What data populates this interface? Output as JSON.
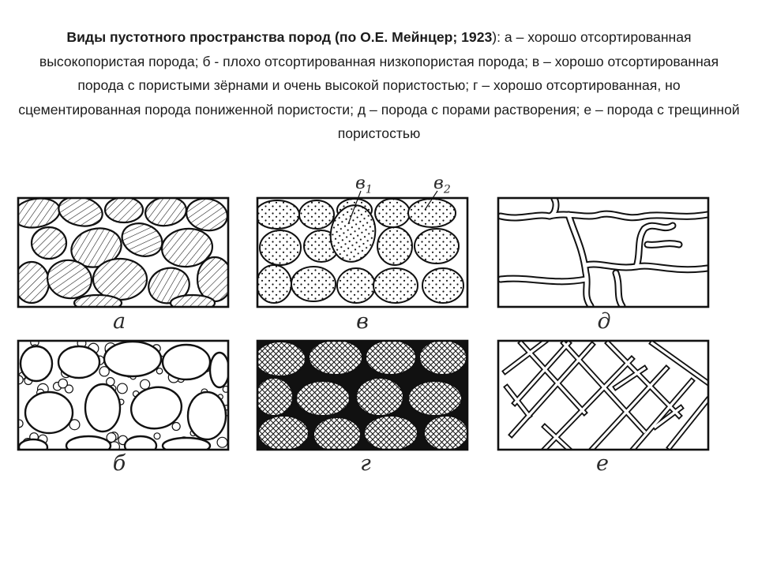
{
  "caption": {
    "title": "Виды пустотного пространства пород (по О.Е. Мейнцер; 1923",
    "text": "): а – хорошо отсортированная высокопористая порода; б - плохо отсортированная низкопористая порода; в – хорошо отсортированная порода с пористыми зёрнами и очень высокой пористостью; г – хорошо отсортированная, но сцементированная порода пониженной пористости; д – порода с порами растворения; е – порода с трещинной пористостью"
  },
  "panels": {
    "a": "а",
    "b": "б",
    "v": "в",
    "g": "г",
    "d": "д",
    "e": "е"
  },
  "sublabels": {
    "v1_base": "в",
    "v1_sub": "1",
    "v2_base": "в",
    "v2_sub": "2"
  },
  "colors": {
    "ink": "#111111",
    "paper": "#ffffff",
    "text": "#1c1c1c"
  }
}
